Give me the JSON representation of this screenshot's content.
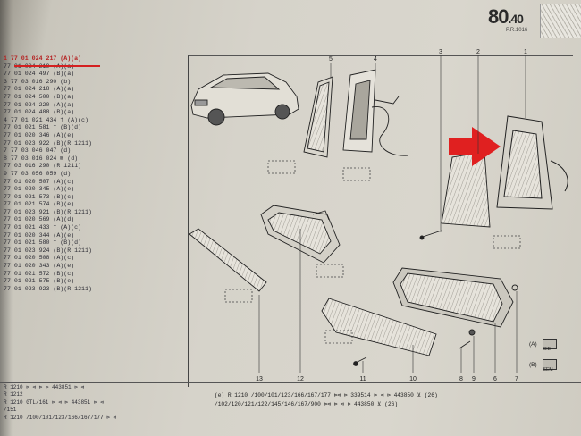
{
  "header": {
    "page_number_main": "80",
    "page_number_sub": ".40",
    "page_ref": "P.R.1016"
  },
  "parts_list": [
    "1  77 01 024 217  (A)(a)",
    "   77 01 024 219  (A)(a)",
    "   77 01 024 497  (B)(a)",
    "3  77 03 016 290  (b)",
    "   77 01 024 218  (A)(a)",
    "   77 01 024 500  (B)(a)",
    "   77 01 024 220  (A)(a)",
    "   77 01 024 488  (B)(a)",
    "4  77 01 021 434  † (A)(c)",
    "   77 01 021 581  † (B)(d)",
    "   77 01 020 346  (A)(e)",
    "   77 01 023 922  (B)(R 1211)",
    "7  77 03 046 047  (d)",
    "8  77 03 016 024  ⊠ (d)",
    "   77 03 016 290  (R 1211)",
    "9  77 03 056 059  (d)",
    "   77 01 020 507  (A)(c)",
    "   77 01 020 345  (A)(e)",
    "   77 01 021 573  (B)(c)",
    "   77 01 021 574  (B)(e)",
    "   77 01 023 921  (B)(R 1211)",
    "   77 01 020 569  (A)(d)",
    "   77 01 021 433  † (A)(c)",
    "   77 01 020 344  (A)(e)",
    "   77 01 021 580  † (B)(d)",
    "   77 01 023 924  (B)(R 1211)",
    "   77 01 020 508  (A)(c)",
    "   77 01 020 343  (A)(e)",
    "   77 01 021 572  (B)(c)",
    "   77 01 021 575  (B)(e)",
    "   77 01 023 923  (B)(R 1211)"
  ],
  "callouts": [
    "5",
    "4",
    "3",
    "2",
    "1",
    "13",
    "12",
    "11",
    "10",
    "8",
    "9",
    "6",
    "7"
  ],
  "legend": [
    {
      "label": "(A)",
      "box": "CIB"
    },
    {
      "label": "(B)",
      "box": "SEM"
    }
  ],
  "footer_left": [
    "R 1210  ⊳ ⊲ ⊳  ⊳ 443851  ⊳ ⊲",
    "R 1212",
    "R 1210  GTL/161  ⊳ ⊲  ⊳ 443851  ⊳ ⊲",
    "        /151",
    "R 1210  /100/101/123/166/167/177  ⊳ ⊲"
  ],
  "footer_right": [
    "(e)   R 1210  /100/101/123/166/167/177  ⊳⊲  ⊳ 339514  ⊳ ⊲  ⊳ 443850 ⊻ (26)",
    "              /102/120/121/122/145/146/167/900  ⊳⊲  ⊳ ⊲  ⊳ 443850 ⊻ (26)"
  ],
  "colors": {
    "paper": "#d6d3ca",
    "ink": "#2d2d35",
    "highlight_red": "#e02020"
  }
}
